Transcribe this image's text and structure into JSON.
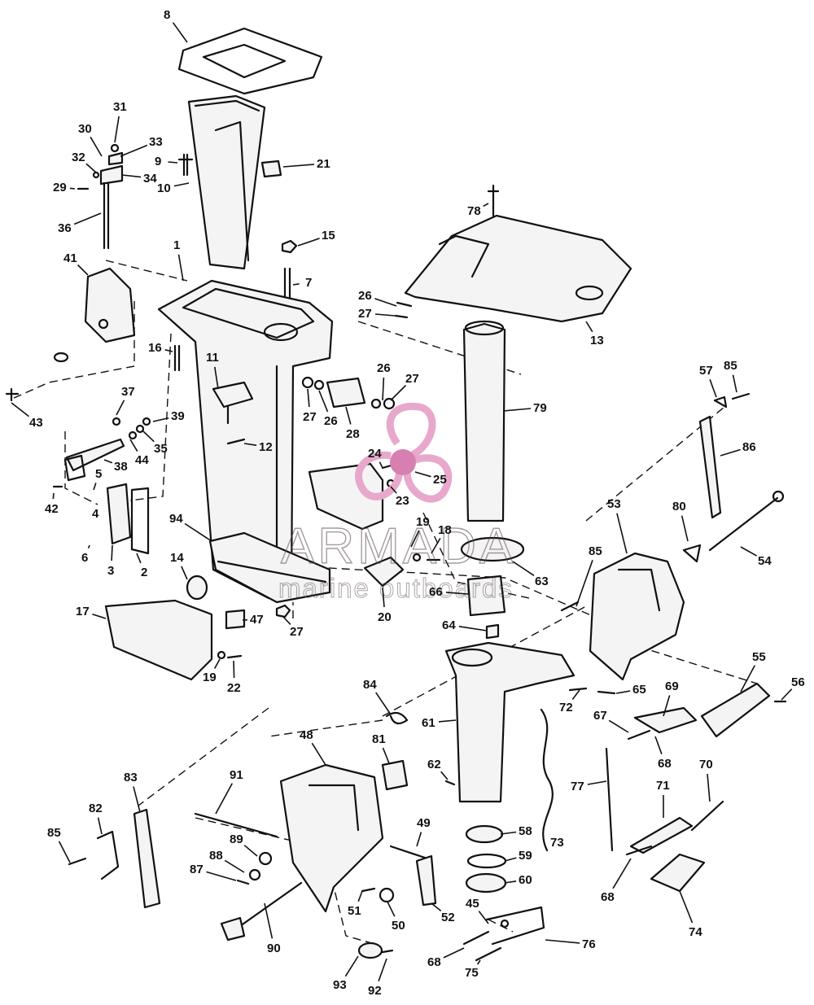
{
  "watermark": {
    "brand": "ARMADA",
    "tagline": "marine outboards",
    "color": "#d77fb0"
  },
  "callouts": [
    {
      "n": "8"
    },
    {
      "n": "31"
    },
    {
      "n": "30"
    },
    {
      "n": "33"
    },
    {
      "n": "9"
    },
    {
      "n": "32"
    },
    {
      "n": "34"
    },
    {
      "n": "21"
    },
    {
      "n": "29"
    },
    {
      "n": "10"
    },
    {
      "n": "36"
    },
    {
      "n": "78"
    },
    {
      "n": "15"
    },
    {
      "n": "41"
    },
    {
      "n": "1"
    },
    {
      "n": "7"
    },
    {
      "n": "26"
    },
    {
      "n": "27"
    },
    {
      "n": "13"
    },
    {
      "n": "16"
    },
    {
      "n": "11"
    },
    {
      "n": "43"
    },
    {
      "n": "37"
    },
    {
      "n": "39"
    },
    {
      "n": "35"
    },
    {
      "n": "38"
    },
    {
      "n": "44"
    },
    {
      "n": "5"
    },
    {
      "n": "42"
    },
    {
      "n": "4"
    },
    {
      "n": "6"
    },
    {
      "n": "3"
    },
    {
      "n": "2"
    },
    {
      "n": "94"
    },
    {
      "n": "14"
    },
    {
      "n": "17"
    },
    {
      "n": "26"
    },
    {
      "n": "27"
    },
    {
      "n": "27"
    },
    {
      "n": "26"
    },
    {
      "n": "28"
    },
    {
      "n": "12"
    },
    {
      "n": "79"
    },
    {
      "n": "57"
    },
    {
      "n": "85"
    },
    {
      "n": "86"
    },
    {
      "n": "24"
    },
    {
      "n": "25"
    },
    {
      "n": "23"
    },
    {
      "n": "19"
    },
    {
      "n": "18"
    },
    {
      "n": "53"
    },
    {
      "n": "80"
    },
    {
      "n": "54"
    },
    {
      "n": "85"
    },
    {
      "n": "63"
    },
    {
      "n": "66"
    },
    {
      "n": "20"
    },
    {
      "n": "64"
    },
    {
      "n": "47"
    },
    {
      "n": "27"
    },
    {
      "n": "19"
    },
    {
      "n": "22"
    },
    {
      "n": "55"
    },
    {
      "n": "56"
    },
    {
      "n": "65"
    },
    {
      "n": "84"
    },
    {
      "n": "72"
    },
    {
      "n": "69"
    },
    {
      "n": "61"
    },
    {
      "n": "67"
    },
    {
      "n": "68"
    },
    {
      "n": "48"
    },
    {
      "n": "81"
    },
    {
      "n": "62"
    },
    {
      "n": "70"
    },
    {
      "n": "83"
    },
    {
      "n": "91"
    },
    {
      "n": "77"
    },
    {
      "n": "71"
    },
    {
      "n": "73"
    },
    {
      "n": "82"
    },
    {
      "n": "58"
    },
    {
      "n": "85"
    },
    {
      "n": "89"
    },
    {
      "n": "49"
    },
    {
      "n": "59"
    },
    {
      "n": "88"
    },
    {
      "n": "87"
    },
    {
      "n": "60"
    },
    {
      "n": "68"
    },
    {
      "n": "51"
    },
    {
      "n": "50"
    },
    {
      "n": "52"
    },
    {
      "n": "45"
    },
    {
      "n": "74"
    },
    {
      "n": "90"
    },
    {
      "n": "76"
    },
    {
      "n": "68"
    },
    {
      "n": "75"
    },
    {
      "n": "93"
    },
    {
      "n": "92"
    }
  ]
}
